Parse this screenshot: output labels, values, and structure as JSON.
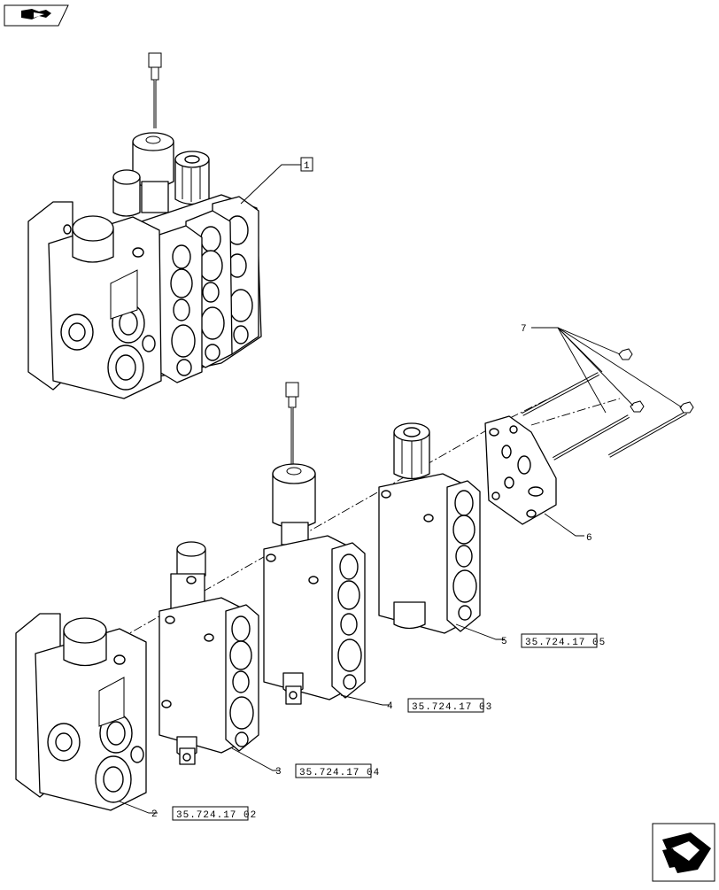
{
  "header": {
    "corner_icon": "book-arrow-icon"
  },
  "callouts": {
    "item_1": "1",
    "item_2": "2",
    "item_3": "3",
    "item_4": "4",
    "item_5": "5",
    "item_6": "6",
    "item_7": "7"
  },
  "references": {
    "ref_2": "35.724.17 02",
    "ref_3": "35.724.17 04",
    "ref_4": "35.724.17 03",
    "ref_5": "35.724.17 05"
  },
  "footer": {
    "nav_icon": "next-page-arrow-icon"
  }
}
